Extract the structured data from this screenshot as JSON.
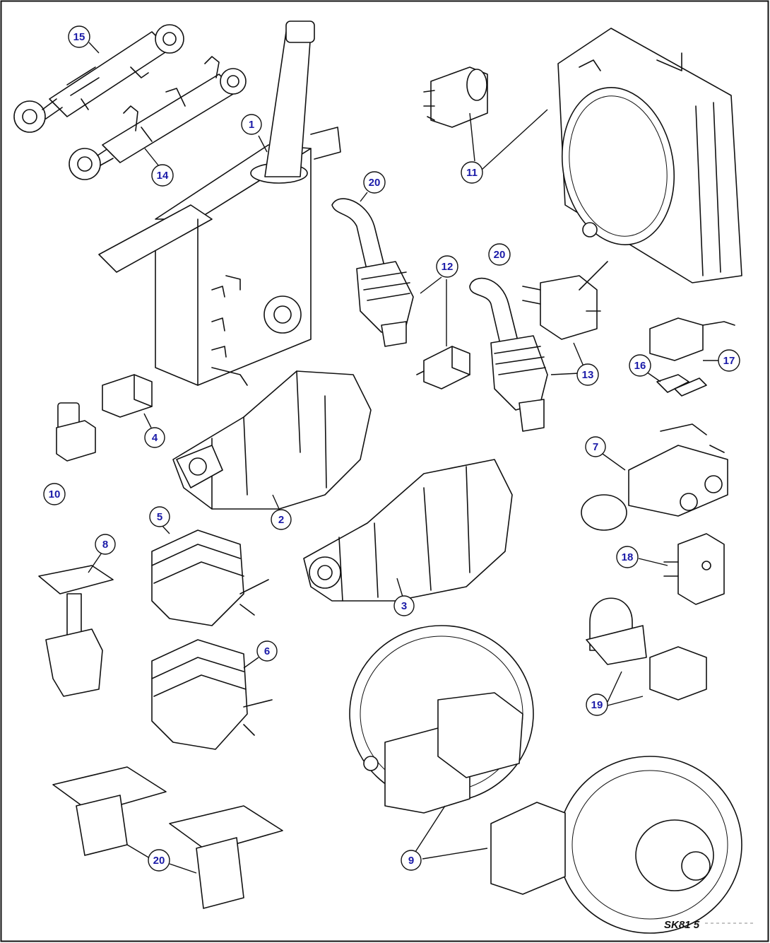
{
  "drawing": {
    "code": "SK81 5",
    "callouts": [
      {
        "id": "c15",
        "label": "15"
      },
      {
        "id": "c14",
        "label": "14"
      },
      {
        "id": "c1",
        "label": "1"
      },
      {
        "id": "c11",
        "label": "11"
      },
      {
        "id": "c20a",
        "label": "20"
      },
      {
        "id": "c12",
        "label": "12"
      },
      {
        "id": "c20b",
        "label": "20"
      },
      {
        "id": "c13",
        "label": "13"
      },
      {
        "id": "c16",
        "label": "16"
      },
      {
        "id": "c17",
        "label": "17"
      },
      {
        "id": "c4",
        "label": "4"
      },
      {
        "id": "c10",
        "label": "10"
      },
      {
        "id": "c2",
        "label": "2"
      },
      {
        "id": "c7",
        "label": "7"
      },
      {
        "id": "c5",
        "label": "5"
      },
      {
        "id": "c8",
        "label": "8"
      },
      {
        "id": "c18",
        "label": "18"
      },
      {
        "id": "c3",
        "label": "3"
      },
      {
        "id": "c6",
        "label": "6"
      },
      {
        "id": "c19",
        "label": "19"
      },
      {
        "id": "c9",
        "label": "9"
      },
      {
        "id": "c20c",
        "label": "20"
      }
    ]
  }
}
